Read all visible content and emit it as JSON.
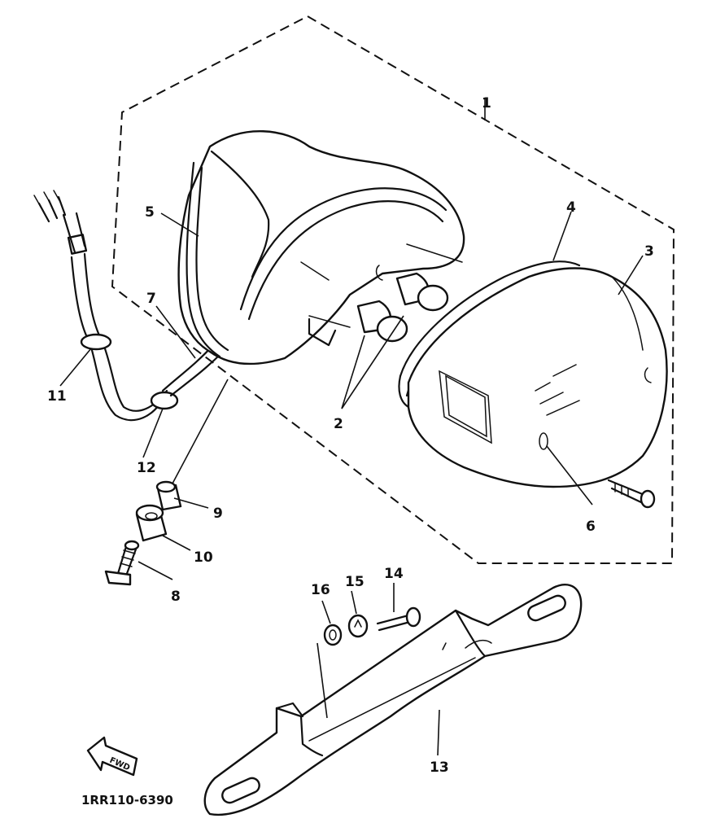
{
  "diagram": {
    "part_code": "1RR110-6390",
    "direction_mark": "FWD",
    "callouts": [
      "1",
      "2",
      "3",
      "4",
      "5",
      "6",
      "7",
      "8",
      "9",
      "10",
      "11",
      "12",
      "13",
      "14",
      "15",
      "16"
    ]
  }
}
